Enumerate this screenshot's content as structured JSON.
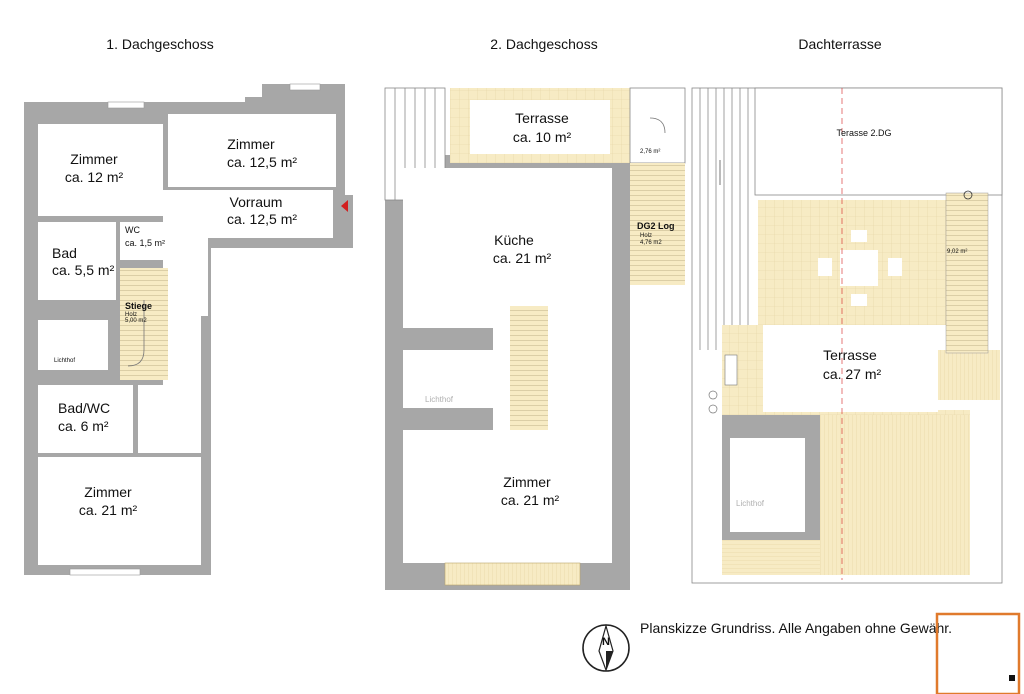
{
  "titles": {
    "floor1": "1. Dachgeschoss",
    "floor2": "2. Dachgeschoss",
    "roof": "Dachterrasse"
  },
  "floor1": {
    "zimmer_a": {
      "name": "Zimmer",
      "area": "ca. 12 m²"
    },
    "zimmer_b": {
      "name": "Zimmer",
      "area": "ca. 12,5 m²"
    },
    "vorraum": {
      "name": "Vorraum",
      "area": "ca. 12,5 m²"
    },
    "bad": {
      "name": "Bad",
      "area": "ca. 5,5 m²"
    },
    "wc": {
      "name": "WC",
      "area": "ca. 1,5 m²"
    },
    "stiege": {
      "name": "Stiege",
      "sub1": "Holz",
      "sub2": "5,00 m2"
    },
    "lichthof": "Lichthof",
    "badwc": {
      "name": "Bad/WC",
      "area": "ca. 6 m²"
    },
    "zimmer_c": {
      "name": "Zimmer",
      "area": "ca. 21 m²"
    }
  },
  "floor2": {
    "terrasse": {
      "name": "Terrasse",
      "area": "ca. 10 m²"
    },
    "area_small": "2,76 m²",
    "loggia": {
      "name": "DG2 Log",
      "sub1": "Holz",
      "sub2": "4,76 m2"
    },
    "kueche": {
      "name": "Küche",
      "area": "ca. 21 m²"
    },
    "lichthof": "Lichthof",
    "zimmer": {
      "name": "Zimmer",
      "area": "ca. 21 m²"
    }
  },
  "roof": {
    "terrasse_dg": "Terasse 2.DG",
    "terrasse": {
      "name": "Terrasse",
      "area": "ca. 27 m²"
    },
    "stair_area": "9,02 m²",
    "lichthof": "Lichthof"
  },
  "compass_letter": "N",
  "note": "Planskizze Grundriss. Alle Angaben ohne Gewähr.",
  "colors": {
    "wall": "#a7a7a7",
    "terrace": "#f7ebc4",
    "accent_orange": "#e07a2c",
    "marker_red": "#d21f1f"
  }
}
